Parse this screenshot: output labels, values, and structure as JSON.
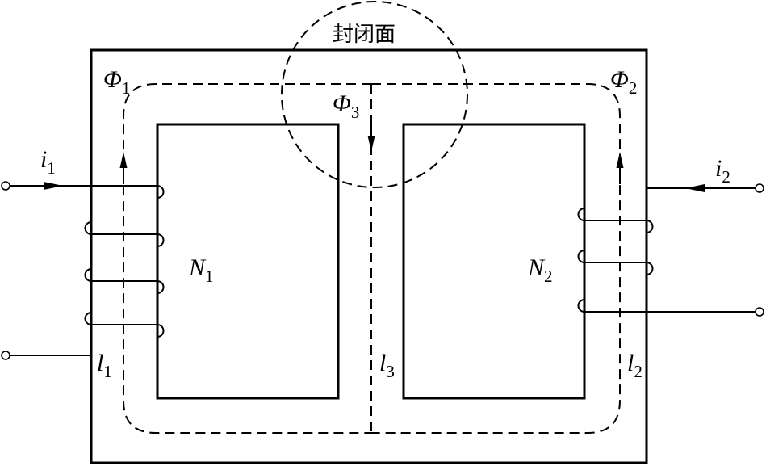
{
  "labels": {
    "closed_surface": "封闭面",
    "phi1": {
      "main": "Φ",
      "sub": "1"
    },
    "phi2": {
      "main": "Φ",
      "sub": "2"
    },
    "phi3": {
      "main": "Φ",
      "sub": "3"
    },
    "i1": {
      "main": "i",
      "sub": "1"
    },
    "i2": {
      "main": "i",
      "sub": "2"
    },
    "N1": {
      "main": "N",
      "sub": "1"
    },
    "N2": {
      "main": "N",
      "sub": "2"
    },
    "l1": {
      "main": "l",
      "sub": "1"
    },
    "l2": {
      "main": "l",
      "sub": "2"
    },
    "l3": {
      "main": "l",
      "sub": "3"
    }
  }
}
